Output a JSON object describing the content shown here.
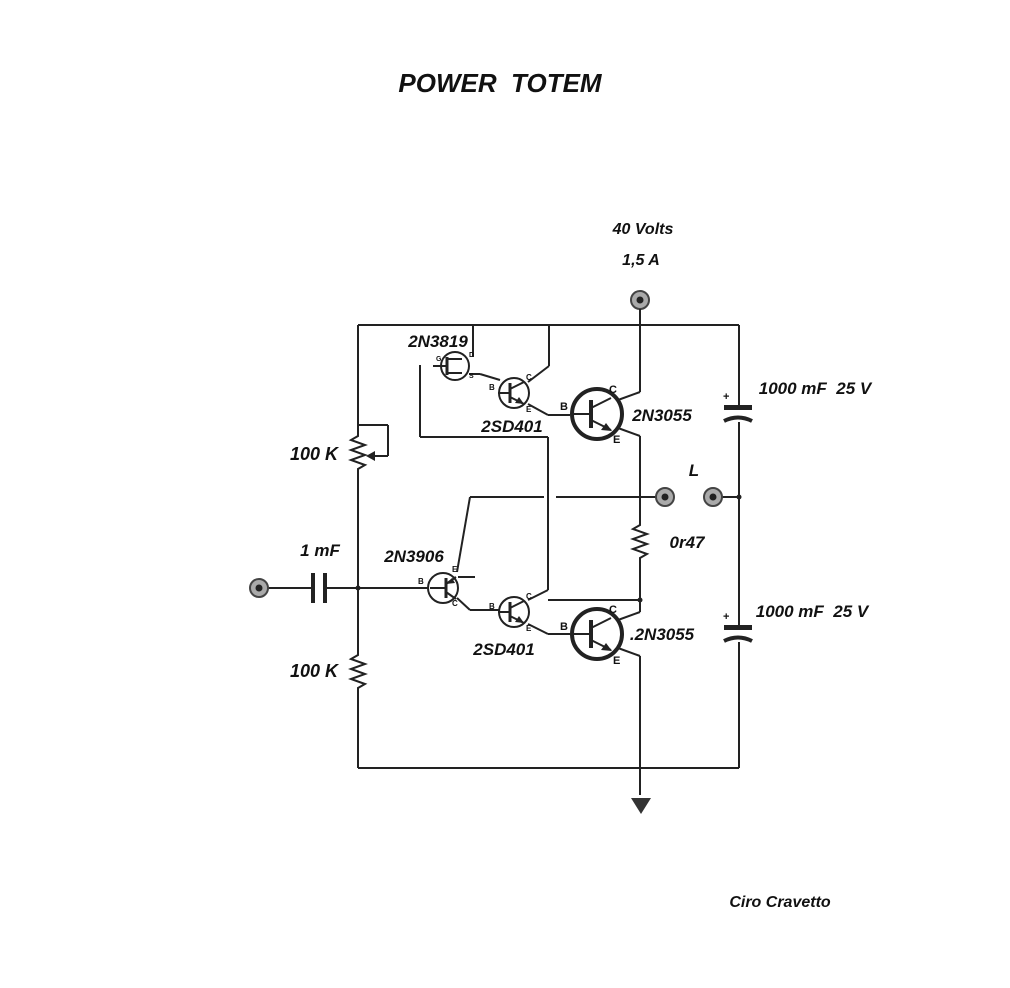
{
  "title": "POWER  TOTEM",
  "author": "Ciro Cravetto",
  "supply": {
    "voltage": "40 Volts",
    "current": "1,5 A"
  },
  "components": {
    "jfet": "2N3819",
    "driver_top": "2SD401",
    "driver_bottom": "2SD401",
    "power_top": "2N3055",
    "power_bottom": ".2N3055",
    "pnp": "2N3906",
    "pot": "100 K",
    "resistor_bottom": "100 K",
    "cap_input": "1 mF",
    "cap_top": "1000 mF  25 V",
    "cap_bottom": "1000 mF  25 V",
    "resistor_emitter": "0r47",
    "load": "L"
  },
  "pins": {
    "jfet_g": "G",
    "jfet_d": "D",
    "jfet_s": "S",
    "b": "B",
    "c": "C",
    "e": "E",
    "plus": "+"
  },
  "icons": [
    "input-terminal-icon",
    "supply-terminal-icon",
    "load-terminal-icon",
    "ground-arrow-icon"
  ]
}
